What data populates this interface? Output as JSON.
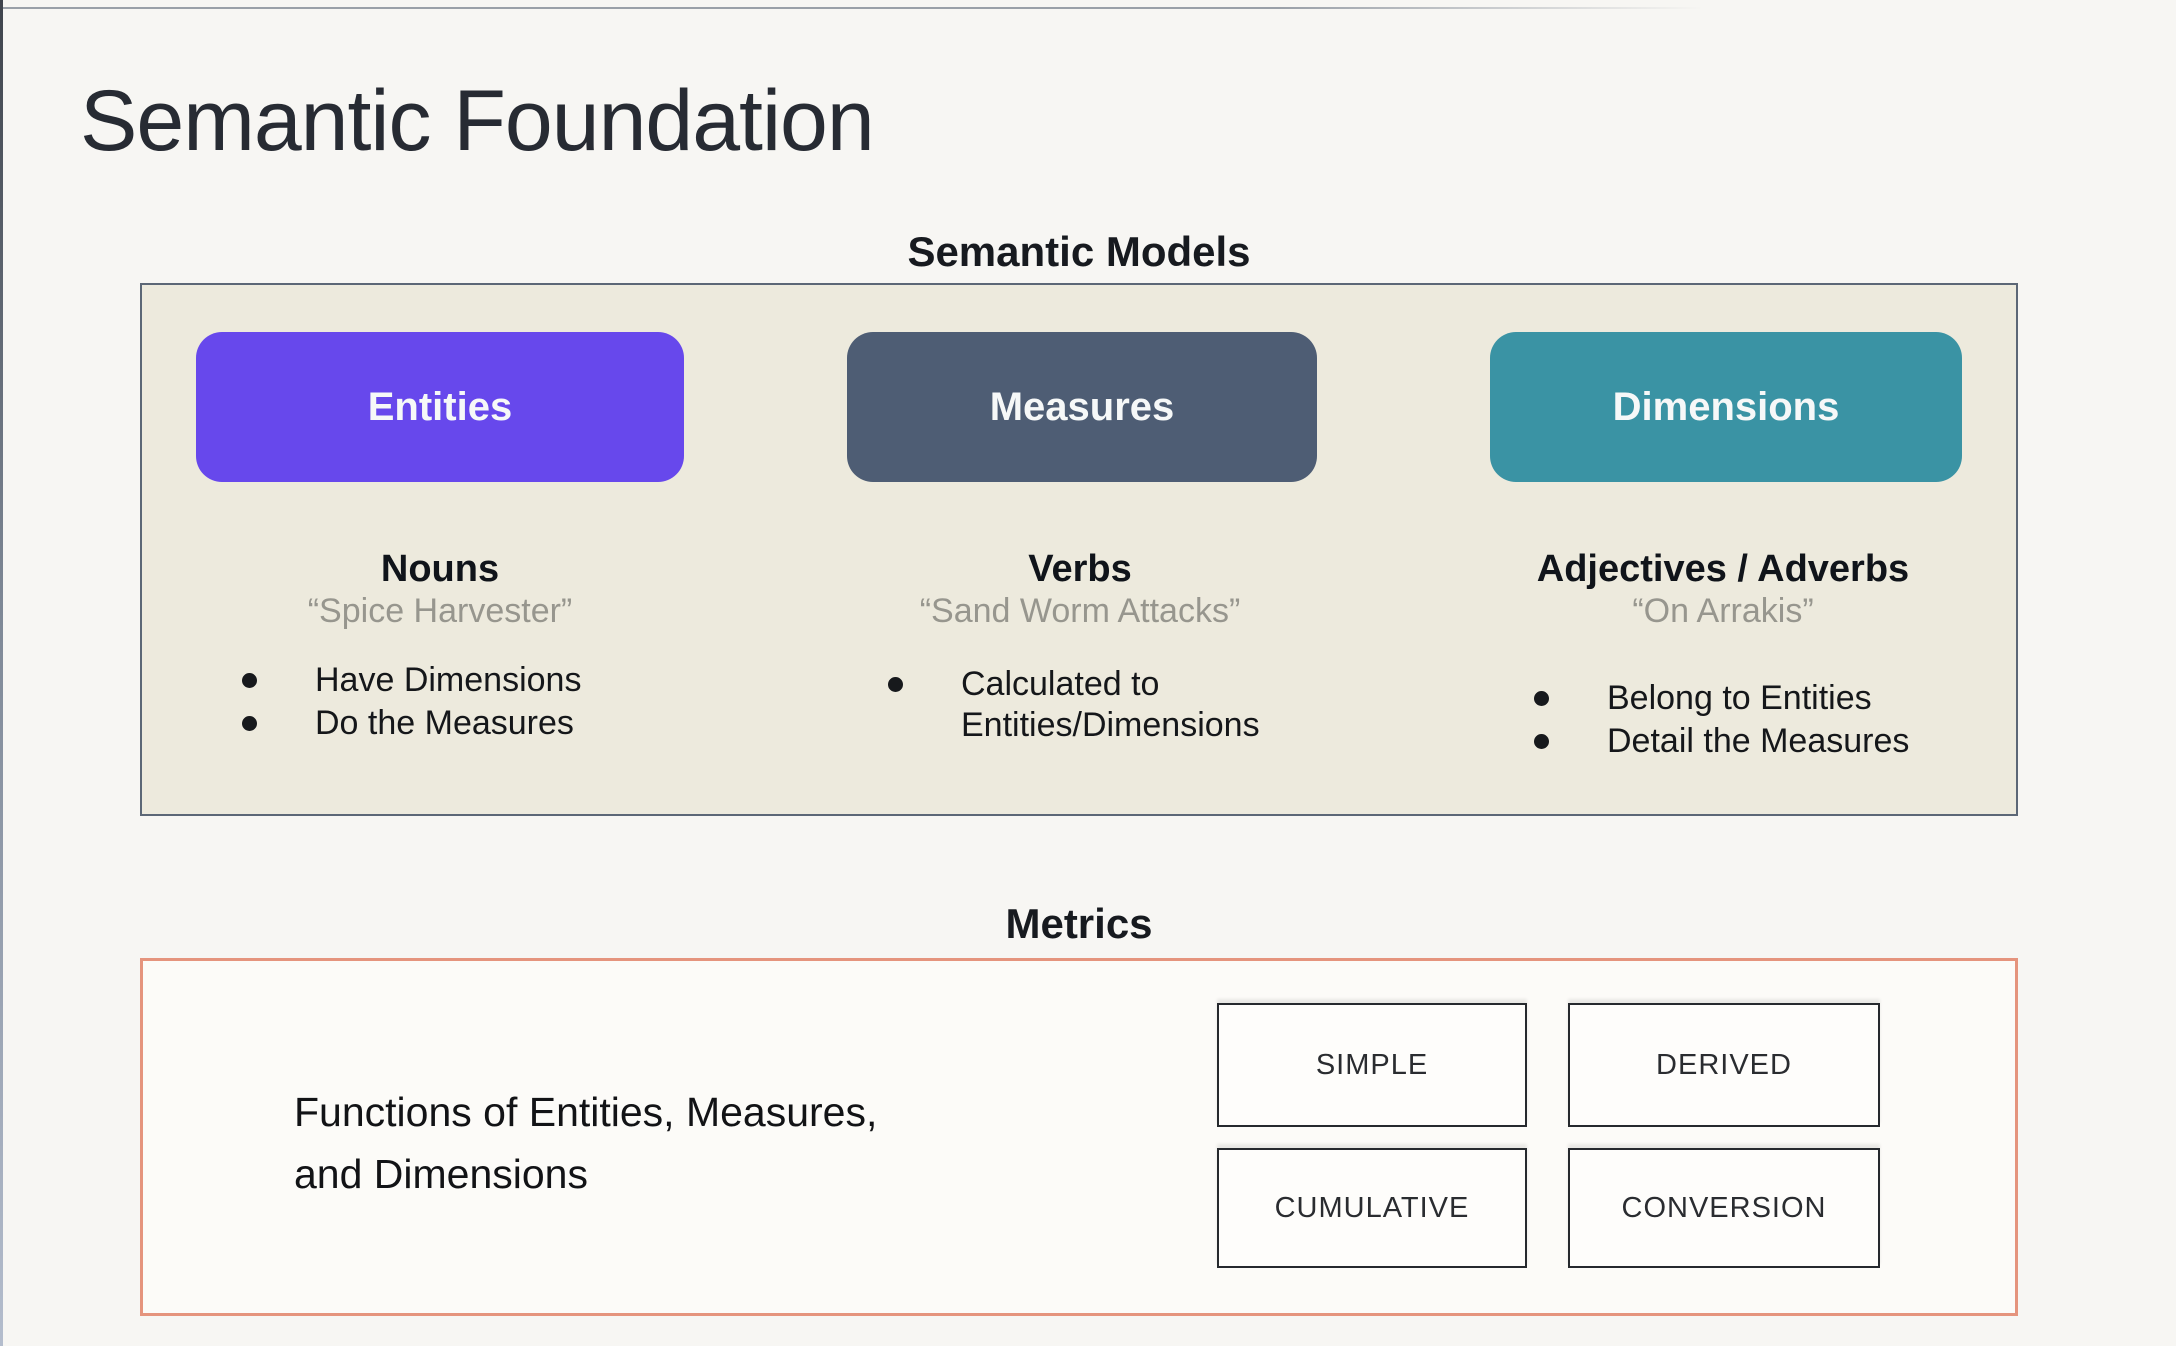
{
  "slide": {
    "title": "Semantic Foundation"
  },
  "semantic_models": {
    "label": "Semantic Models",
    "box_background": "#edeadd",
    "columns": [
      {
        "button": "Entities",
        "color": "#6748ec",
        "heading": "Nouns",
        "quote": "“Spice Harvester”",
        "bullets": [
          "Have Dimensions",
          "Do the Measures"
        ]
      },
      {
        "button": "Measures",
        "color": "#4e5d74",
        "heading": "Verbs",
        "quote": "“Sand Worm Attacks”",
        "bullets": [
          "Calculated to Entities/Dimensions"
        ]
      },
      {
        "button": "Dimensions",
        "color": "#3a93a4",
        "heading": "Adjectives / Adverbs",
        "quote": "“On Arrakis”",
        "bullets": [
          "Belong to Entities",
          "Detail the Measures"
        ]
      }
    ]
  },
  "metrics": {
    "label": "Metrics",
    "border_color": "#e5947d",
    "description_line1": "Functions of Entities, Measures,",
    "description_line2": "and Dimensions",
    "types": [
      "SIMPLE",
      "DERIVED",
      "CUMULATIVE",
      "CONVERSION"
    ]
  }
}
